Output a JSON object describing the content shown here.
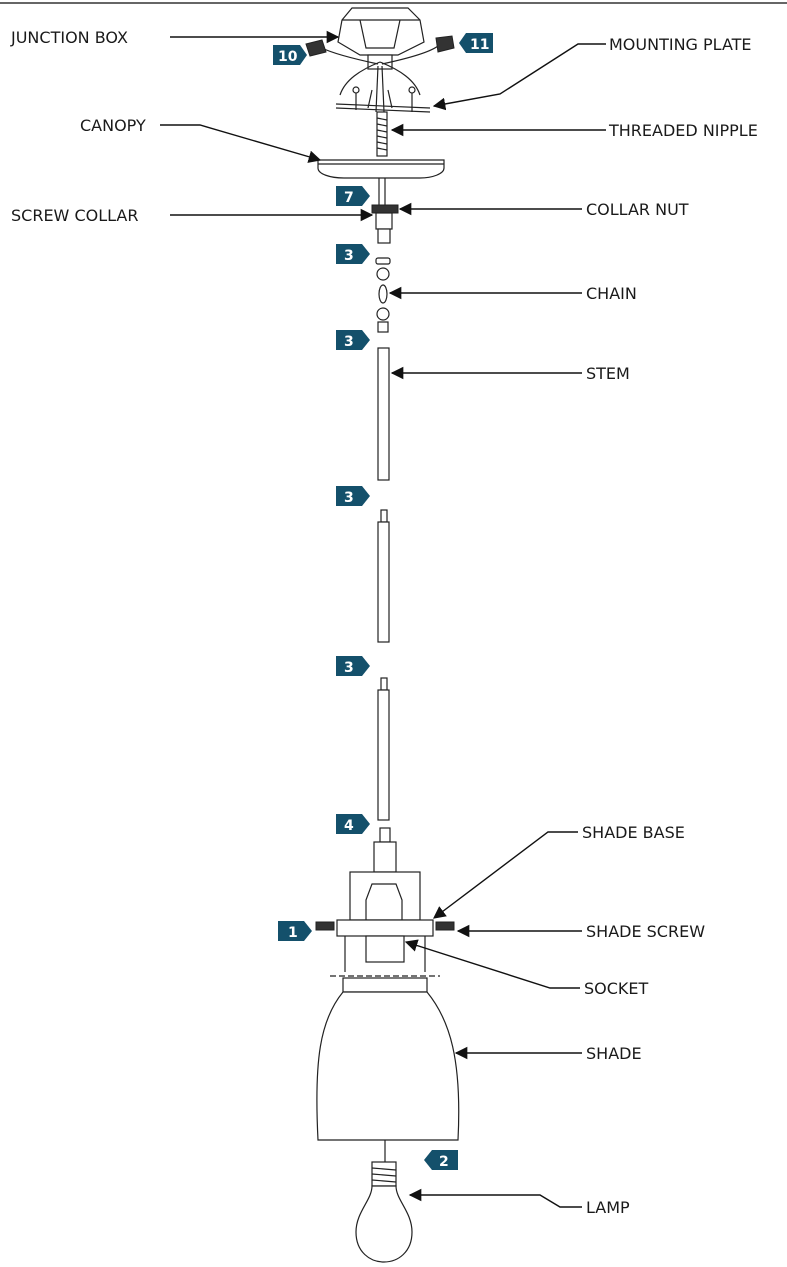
{
  "colors": {
    "badge": "#14506b",
    "line": "#111111"
  },
  "labels": {
    "junction_box": "JUNCTION BOX",
    "mounting_plate": "MOUNTING PLATE",
    "canopy": "CANOPY",
    "threaded_nipple": "THREADED NIPPLE",
    "screw_collar": "SCREW COLLAR",
    "collar_nut": "COLLAR NUT",
    "chain": "CHAIN",
    "stem": "STEM",
    "shade_base": "SHADE BASE",
    "shade_screw": "SHADE SCREW",
    "socket": "SOCKET",
    "shade": "SHADE",
    "lamp": "LAMP"
  },
  "badges": {
    "b10": "10",
    "b11": "11",
    "b7": "7",
    "b3a": "3",
    "b3b": "3",
    "b3c": "3",
    "b3d": "3",
    "b4": "4",
    "b1": "1",
    "b2": "2"
  }
}
